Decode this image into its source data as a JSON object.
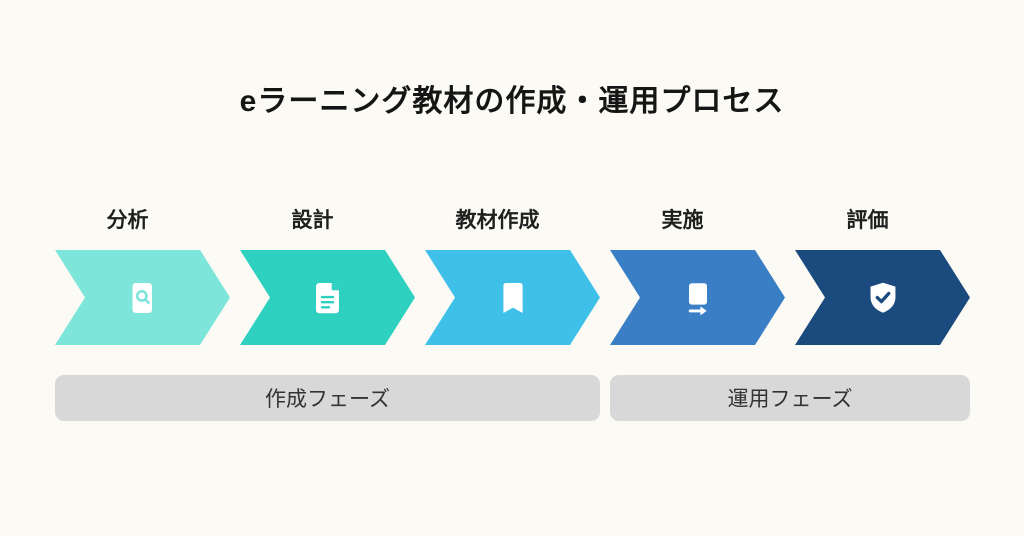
{
  "title": "eラーニング教材の作成・運用プロセス",
  "background_color": "#fcfaf4",
  "steps": [
    {
      "label": "分析",
      "icon": "search-document-icon",
      "color": "#7ee5da"
    },
    {
      "label": "設計",
      "icon": "document-text-icon",
      "color": "#2ed0bf"
    },
    {
      "label": "教材作成",
      "icon": "bookmark-icon",
      "color": "#3fc0e8"
    },
    {
      "label": "実施",
      "icon": "book-arrow-icon",
      "color": "#3a7ec6"
    },
    {
      "label": "評価",
      "icon": "shield-check-icon",
      "color": "#1b4b7e"
    }
  ],
  "phases": [
    {
      "label": "作成フェーズ",
      "steps_spanned": 3,
      "color": "#d8d8d8"
    },
    {
      "label": "運用フェーズ",
      "steps_spanned": 2,
      "color": "#d8d8d8"
    }
  ]
}
